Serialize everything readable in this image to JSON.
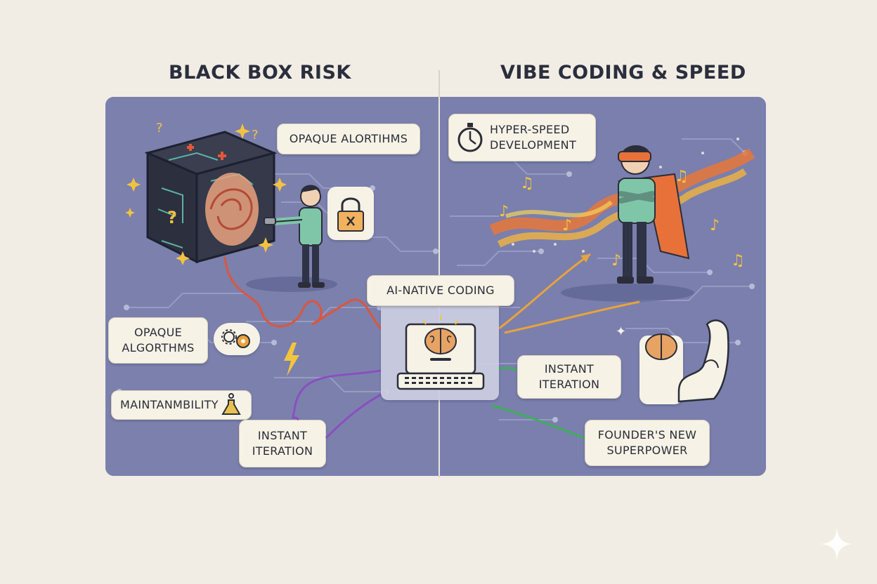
{
  "headings": {
    "left": "BLACK BOX RISK",
    "right": "VIBE CODING & SPEED"
  },
  "center": {
    "label": "AI-NATIVE CODING"
  },
  "left_labels": {
    "opaque_top": "OPAQUE ALORTIHMS",
    "opaque_bottom": "OPAQUE\nALGORTHMS",
    "maintainability": "MAINTANMBILITY",
    "instant": "INSTANT\nITERATION"
  },
  "right_labels": {
    "hyper_speed": "HYPER-SPEED\nDEVELOPMENT",
    "instant": "INSTANT\nITERATION",
    "founder": "FOUNDER'S NEW\nSUPERPOWER"
  },
  "colors": {
    "panel": "#7b80ae",
    "label_bg": "#f6f2e6",
    "red_connector": "#d9573e",
    "purple_connector": "#8a4fc0",
    "green_connector": "#3fae5a",
    "orange_connector": "#e7a33c"
  }
}
